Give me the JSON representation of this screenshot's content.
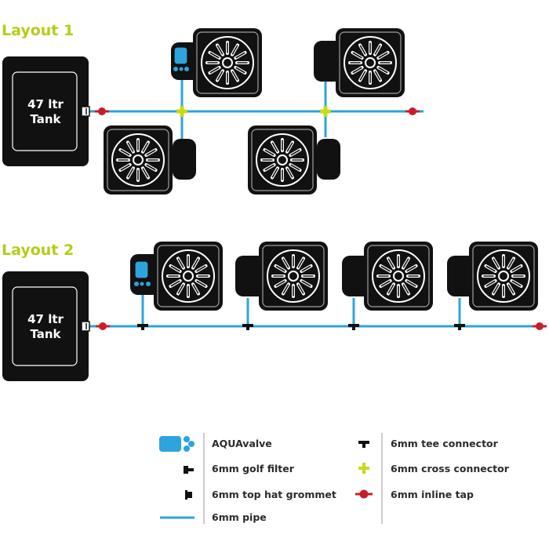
{
  "layouts": [
    {
      "title": "Layout 1",
      "tank": {
        "line1": "47 ltr",
        "line2": "Tank"
      }
    },
    {
      "title": "Layout 2",
      "tank": {
        "line1": "47 ltr",
        "line2": "Tank"
      }
    }
  ],
  "legend": {
    "aquavalve": "AQUAvalve",
    "golf_filter": "6mm golf filter",
    "top_hat_grommet": "6mm top hat grommet",
    "pipe": "6mm pipe",
    "tee_connector": "6mm tee connector",
    "cross_connector": "6mm cross connector",
    "inline_tap": "6mm inline tap"
  },
  "colors": {
    "title": "#b5cc18",
    "pipe": "#2ea3dc",
    "valve": "#2ea3dc",
    "cross": "#c8d91a",
    "tap": "#c81e2a",
    "pot": "#111111",
    "ink": "#111111"
  }
}
